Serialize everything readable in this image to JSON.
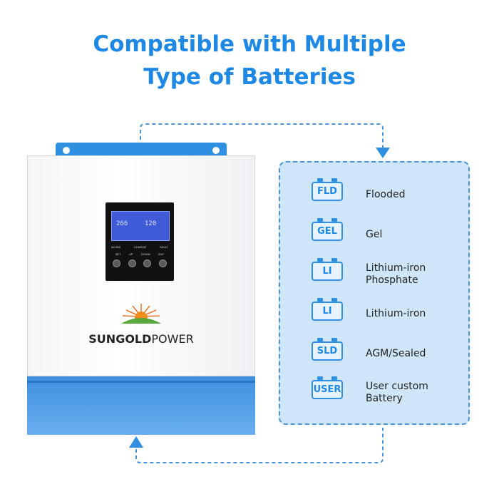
{
  "headline": {
    "line1": "Compatible with Multiple",
    "line2": "Type of Batteries",
    "color": "#1e88e5"
  },
  "device": {
    "brand_bold": "SUNGOLD",
    "brand_rest": "POWER",
    "lcd_left": "266",
    "lcd_right": "120",
    "indicators": [
      "AC/INV",
      "CHARGE",
      "FAULT"
    ],
    "buttons": [
      "SET",
      "UP",
      "DOWN",
      "ENT"
    ]
  },
  "batteries": [
    {
      "code": "FLD",
      "label": "Flooded"
    },
    {
      "code": "GEL",
      "label": "Gel"
    },
    {
      "code": "LI",
      "label": "Lithium-iron Phosphate"
    },
    {
      "code": "LI",
      "label": "Lithium-iron"
    },
    {
      "code": "SLD",
      "label": "AGM/Sealed"
    },
    {
      "code": "USER",
      "label": "User custom Battery"
    }
  ],
  "colors": {
    "accent": "#1e88e5",
    "box_fill": "#cfe6f8",
    "box_border": "#4a95d6"
  }
}
